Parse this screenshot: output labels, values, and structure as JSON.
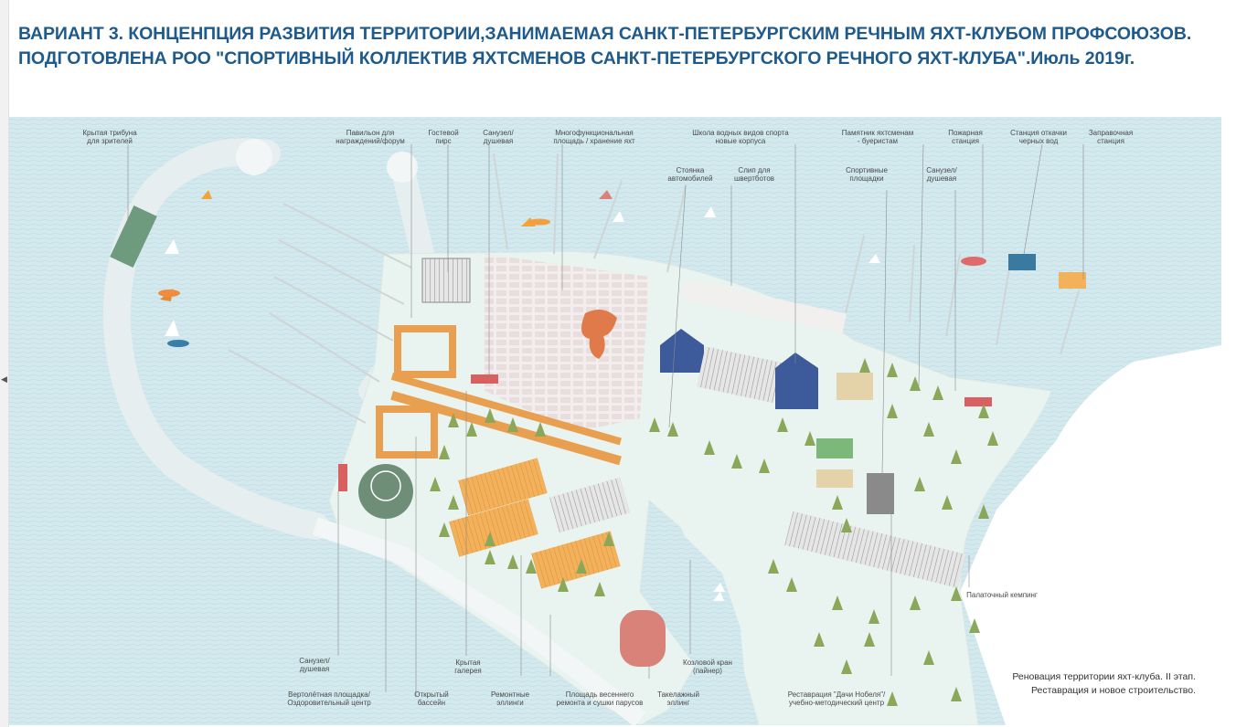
{
  "title": {
    "line1": "ВАРИАНТ 3. КОНЦЕНПЦИЯ РАЗВИТИЯ ТЕРРИТОРИИ,ЗАНИМАЕМАЯ САНКТ-ПЕТЕРБУРГСКИМ РЕЧНЫМ ЯХТ-КЛУБОМ ПРОФСОЮЗОВ.",
    "line2": "ПОДГОТОВЛЕНА РОО \"СПОРТИВНЫЙ КОЛЛЕКТИВ ЯХТСМЕНОВ САНКТ-ПЕТЕРБУРГСКОГО РЕЧНОГО ЯХТ-КЛУБА\".Июль 2019г."
  },
  "colors": {
    "title": "#1f5a8c",
    "water": "#d3e9ee",
    "land": "#e9f3ef",
    "building_orange": "#f2b15a",
    "building_blue": "#3d5a9a",
    "building_red": "#d9827a",
    "trees": "#8aa75a"
  },
  "labels_top": {
    "stand": [
      "Крытая трибуна",
      "для зрителей"
    ],
    "pavilion": [
      "Павильон для",
      "награждений/форум"
    ],
    "guest_pier": [
      "Гостевой",
      "пирс"
    ],
    "wc1": [
      "Санузел/",
      "душевая"
    ],
    "multi_area": [
      "Многофункциональная",
      "площадь / хранение яхт"
    ],
    "school": [
      "Школа водных видов спорта",
      "новые корпуса"
    ],
    "parking": [
      "Стоянка",
      "автомобилей"
    ],
    "slip": [
      "Слип для",
      "швертботов"
    ],
    "monument": [
      "Памятник яхтсменам",
      "- буеристам"
    ],
    "sport": [
      "Спортивные",
      "площадки"
    ],
    "wc2": [
      "Санузел/",
      "душевая"
    ],
    "fire": [
      "Пожарная",
      "станция"
    ],
    "sewage": [
      "Станция откачки",
      "черных вод"
    ],
    "fuel": [
      "Заправочная",
      "станция"
    ]
  },
  "labels_bottom": {
    "wc3": [
      "Санузел/",
      "душевая"
    ],
    "heli": [
      "Вертолётная площадка/",
      "Оздоровительный центр"
    ],
    "pool": [
      "Открытый",
      "бассейн"
    ],
    "gallery": [
      "Крытая",
      "галерея"
    ],
    "repair": [
      "Ремонтные",
      "эллинги"
    ],
    "spring": [
      "Площадь весеннего",
      "ремонта и сушки парусов"
    ],
    "rigging": [
      "Такелажный",
      "эллинг"
    ],
    "crane": [
      "Козловой кран",
      "(пайнер)"
    ],
    "nobel": [
      "Реставрация \"Дачи Нобеля\"/",
      "учебно-методический центр"
    ]
  },
  "labels_side": {
    "camping": "Палаточный кемпинг"
  },
  "caption": {
    "line1": "Реновация территории яхт-клуба. II этап.",
    "line2": "Реставрация и новое строительство."
  }
}
